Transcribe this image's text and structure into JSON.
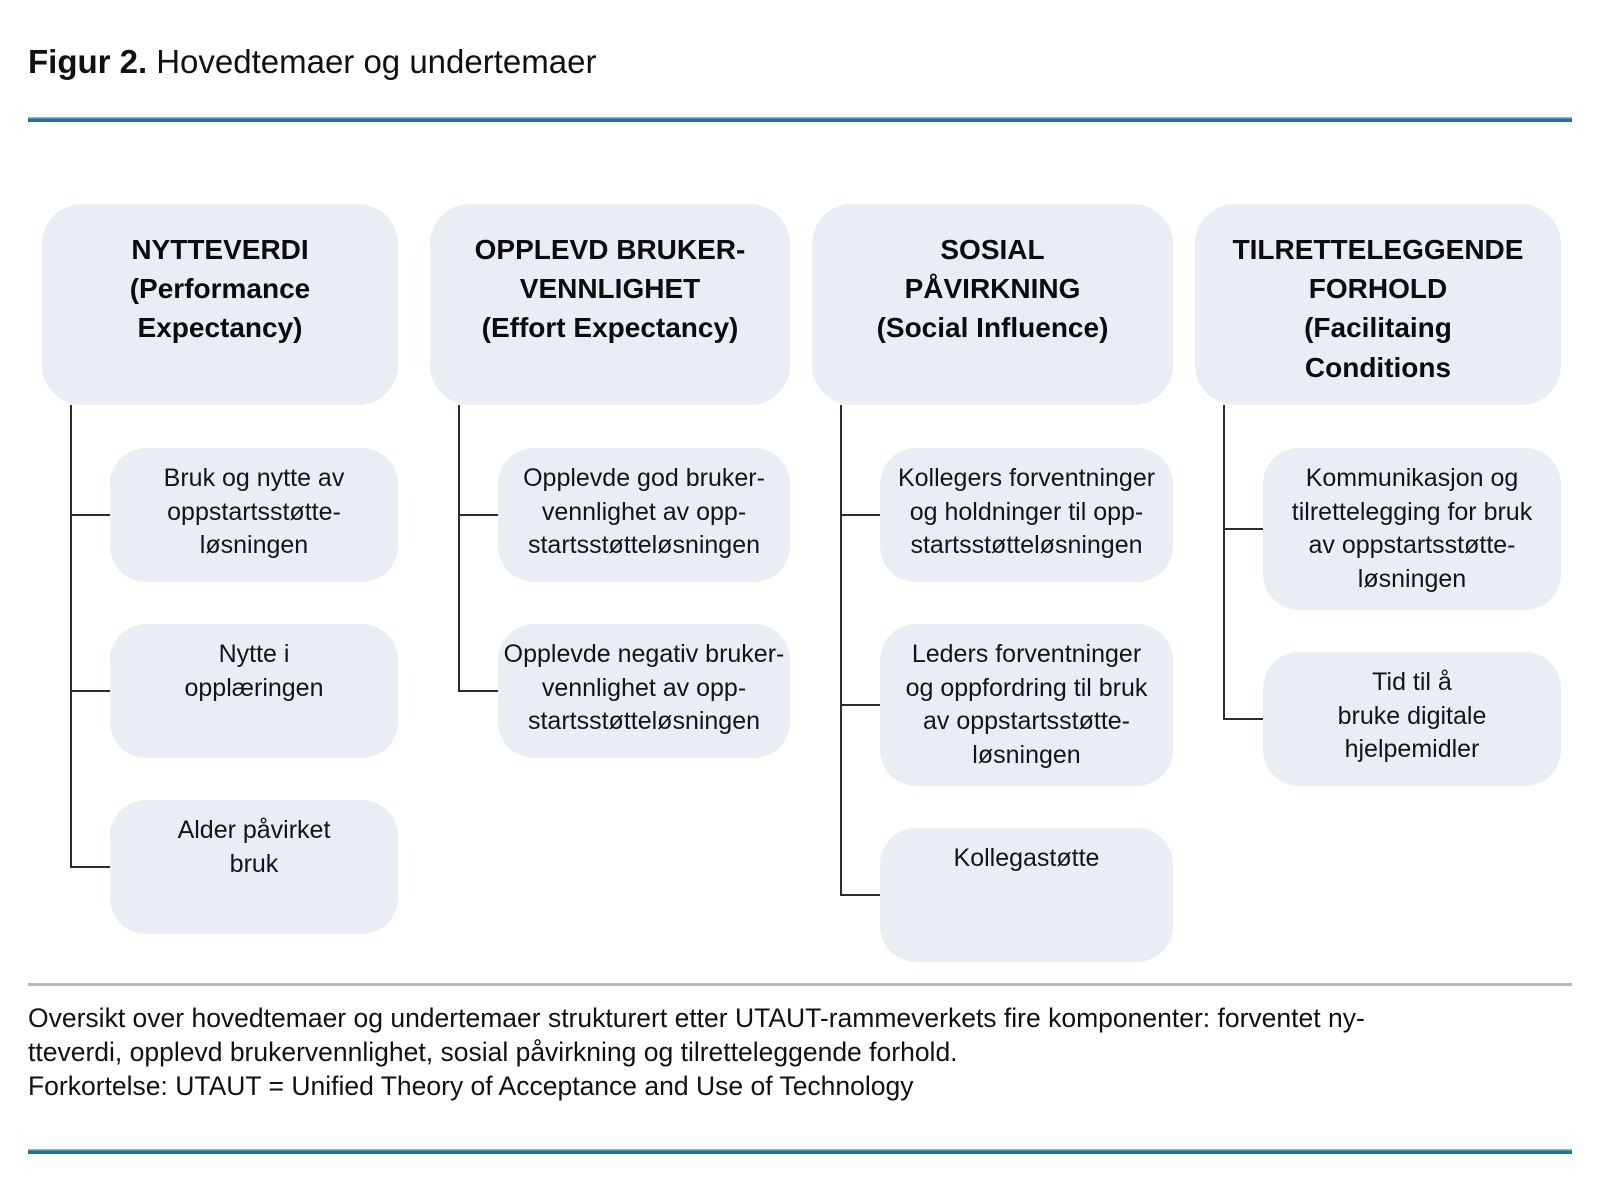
{
  "figure": {
    "label": "Figur 2.",
    "title": "Hovedtemaer og undertemaer"
  },
  "colors": {
    "accent_rule": "#1e6f9d",
    "box_background": "#e8eef4",
    "connector": "#2e2e2e",
    "divider_gray": "#b9b9bb",
    "text": "#141414"
  },
  "columns": [
    {
      "header": "NYTTEVERDI\n(Performance\nExpectancy)",
      "subs": [
        "Bruk og nytte av\noppstartsstøtte-\nløsningen",
        "Nytte i\nopplæringen",
        "Alder påvirket\nbruk"
      ]
    },
    {
      "header": "OPPLEVD BRUKER-\nVENNLIGHET\n(Effort Expectancy)",
      "subs": [
        "Opplevde god bruker-\nvennlighet av opp-\nstartsstøtteløsningen",
        "Opplevde negativ bruker-\nvennlighet av opp-\nstartsstøtteløsningen"
      ]
    },
    {
      "header": "SOSIAL\nPÅVIRKNING\n(Social Influence)",
      "subs": [
        "Kollegers forventninger\nog holdninger til opp-\nstartsstøtteløsningen",
        "Leders forventninger\nog oppfordring til bruk\nav oppstartsstøtte-\nløsningen",
        "Kollegastøtte"
      ]
    },
    {
      "header": "TILRETTELEGGENDE\nFORHOLD\n(Facilitaing\nConditions",
      "subs": [
        "Kommunikasjon og\ntilrettelegging for bruk\nav oppstartsstøtte-\nløsningen",
        "Tid til å\nbruke digitale\nhjelpemidler"
      ]
    }
  ],
  "caption": "Oversikt over hovedtemaer og undertemaer strukturert etter UTAUT-rammeverkets fire komponenter: forventet ny-\ntteverdi, opplevd brukervennlighet, sosial påvirkning og tilretteleggende forhold.\nForkortelse: UTAUT = Unified Theory of Acceptance and Use of Technology"
}
